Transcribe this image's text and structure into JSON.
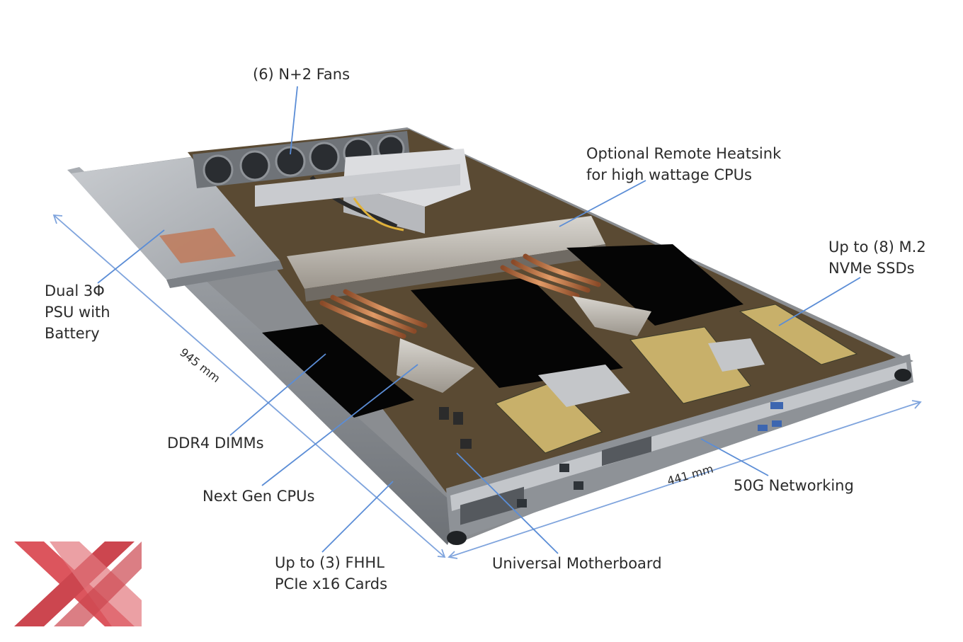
{
  "callouts": {
    "fans": "(6) N+2 Fans",
    "heatsink": [
      "Optional Remote Heatsink",
      "for high wattage CPUs"
    ],
    "ssd": [
      "Up to (8) M.2",
      "NVMe SSDs"
    ],
    "psu": [
      "Dual 3Φ",
      "PSU with",
      "Battery"
    ],
    "dimm": "DDR4 DIMMs",
    "cpu": "Next Gen CPUs",
    "networking": "50G Networking",
    "pcie": [
      "Up to (3) FHHL",
      "PCIe x16 Cards"
    ],
    "motherboard": "Universal Motherboard"
  },
  "dimensions": {
    "length": "945 mm",
    "width": "441 mm"
  },
  "colors": {
    "leader_line": "#5b8dd6",
    "chassis_light": "#b9bcc0",
    "chassis_dark": "#6f7378",
    "board": "#6b5a3c",
    "copper": "#c7794a",
    "logo_red": "#d9434c"
  },
  "logo": "XX"
}
